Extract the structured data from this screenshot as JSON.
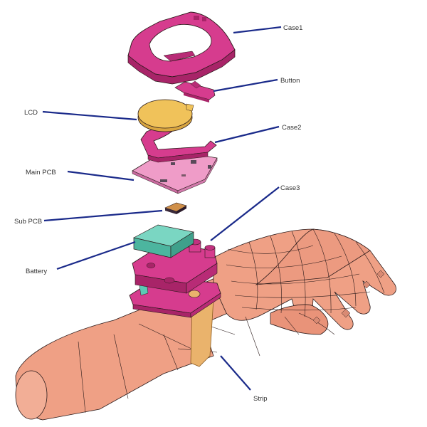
{
  "diagram": {
    "labels": {
      "case1": "Case1",
      "button": "Button",
      "lcd": "LCD",
      "case2": "Case2",
      "main_pcb": "Main PCB",
      "case3": "Case3",
      "sub_pcb": "Sub PCB",
      "battery": "Battery",
      "strip": "Strip"
    },
    "colors": {
      "case": "#d63c8e",
      "case_dark": "#a82468",
      "lcd": "#f0c25a",
      "pcb": "#ef9cc8",
      "battery": "#5cc9b4",
      "skin": "#efa085",
      "skin_dark": "#c97762",
      "strip": "#eab36c",
      "leader": "#1a2a8a"
    }
  }
}
